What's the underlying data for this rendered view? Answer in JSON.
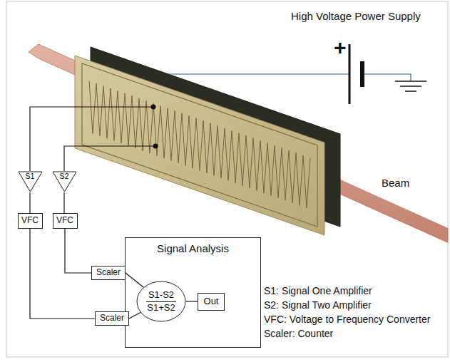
{
  "diagram": {
    "nodes": [
      {
        "text": [
          "S1"
        ]
      },
      {
        "text": [
          "S2"
        ]
      },
      {
        "text": [
          "VFC"
        ]
      },
      {
        "text": [
          "VFC"
        ]
      },
      {
        "text": [
          "Signal Analysis"
        ]
      },
      {
        "text": [
          "Scaler"
        ],
        "in": 4
      },
      {
        "text": [
          "Scaler"
        ],
        "in": 4
      },
      {
        "text": [
          "S1-S2",
          "S1+S2"
        ],
        "in": 4
      },
      {
        "text": [
          "Out"
        ],
        "in": 4
      }
    ],
    "edges": [
      {
        "from": 0,
        "to": 2,
        "arrow": "none"
      },
      {
        "from": 1,
        "to": 3,
        "arrow": "none"
      },
      {
        "from": 2,
        "to": 6,
        "arrow": "none"
      },
      {
        "from": 3,
        "to": 5,
        "arrow": "none"
      },
      {
        "from": 5,
        "to": 7,
        "arrow": "none"
      },
      {
        "from": 6,
        "to": 7,
        "arrow": "none"
      },
      {
        "from": 7,
        "to": 8,
        "arrow": "none"
      }
    ],
    "labels": [
      "High Voltage Power Supply",
      "+",
      "Beam",
      "S1: Signal One Amplifier",
      "S2: Signal Two Amplifier",
      "VFC: Voltage to Frequency Converter",
      "Scaler: Counter"
    ]
  }
}
